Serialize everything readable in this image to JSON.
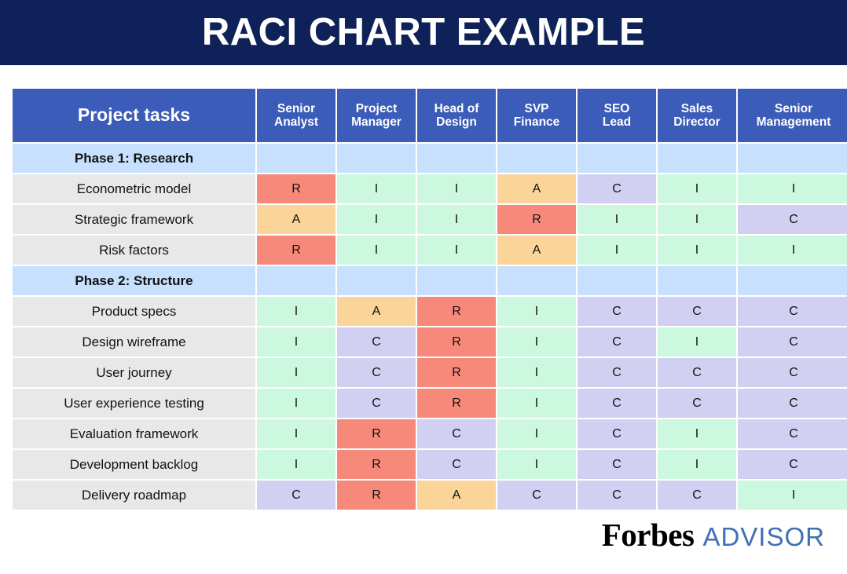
{
  "title": "RACI CHART EXAMPLE",
  "brand": {
    "forbes": "Forbes",
    "advisor": "ADVISOR",
    "navy": "#0e2259",
    "header_blue": "#3b5cb8",
    "advisor_blue": "#3f6fb5"
  },
  "legend_colors": {
    "R": "#f7897b",
    "A": "#fad499",
    "C": "#d1d0f2",
    "I": "#cdf8e0",
    "phase_row": "#c6e0fd",
    "task_cell": "#e8e8e8"
  },
  "chart_data": {
    "type": "table",
    "title": "RACI CHART EXAMPLE",
    "columns": [
      "Project tasks",
      "Senior Analyst",
      "Project Manager",
      "Head of Design",
      "SVP Finance",
      "SEO Lead",
      "Sales Director",
      "Senior Management"
    ],
    "column_lines": [
      [
        "Project tasks"
      ],
      [
        "Senior",
        "Analyst"
      ],
      [
        "Project",
        "Manager"
      ],
      [
        "Head of",
        "Design"
      ],
      [
        "SVP",
        "Finance"
      ],
      [
        "SEO",
        "Lead"
      ],
      [
        "Sales",
        "Director"
      ],
      [
        "Senior",
        "Management"
      ]
    ],
    "rows": [
      {
        "task": "Phase 1: Research",
        "phase": true,
        "values": [
          "",
          "",
          "",
          "",
          "",
          "",
          ""
        ]
      },
      {
        "task": "Econometric model",
        "phase": false,
        "values": [
          "R",
          "I",
          "I",
          "A",
          "C",
          "I",
          "I"
        ]
      },
      {
        "task": "Strategic framework",
        "phase": false,
        "values": [
          "A",
          "I",
          "I",
          "R",
          "I",
          "I",
          "C"
        ]
      },
      {
        "task": "Risk factors",
        "phase": false,
        "values": [
          "R",
          "I",
          "I",
          "A",
          "I",
          "I",
          "I"
        ]
      },
      {
        "task": "Phase 2: Structure",
        "phase": true,
        "values": [
          "",
          "",
          "",
          "",
          "",
          "",
          ""
        ]
      },
      {
        "task": "Product specs",
        "phase": false,
        "values": [
          "I",
          "A",
          "R",
          "I",
          "C",
          "C",
          "C"
        ]
      },
      {
        "task": "Design wireframe",
        "phase": false,
        "values": [
          "I",
          "C",
          "R",
          "I",
          "C",
          "I",
          "C"
        ]
      },
      {
        "task": "User journey",
        "phase": false,
        "values": [
          "I",
          "C",
          "R",
          "I",
          "C",
          "C",
          "C"
        ]
      },
      {
        "task": "User experience testing",
        "phase": false,
        "values": [
          "I",
          "C",
          "R",
          "I",
          "C",
          "C",
          "C"
        ]
      },
      {
        "task": "Evaluation framework",
        "phase": false,
        "values": [
          "I",
          "R",
          "C",
          "I",
          "C",
          "I",
          "C"
        ]
      },
      {
        "task": "Development backlog",
        "phase": false,
        "values": [
          "I",
          "R",
          "C",
          "I",
          "C",
          "I",
          "C"
        ]
      },
      {
        "task": "Delivery roadmap",
        "phase": false,
        "values": [
          "C",
          "R",
          "A",
          "C",
          "C",
          "C",
          "I"
        ]
      }
    ]
  }
}
